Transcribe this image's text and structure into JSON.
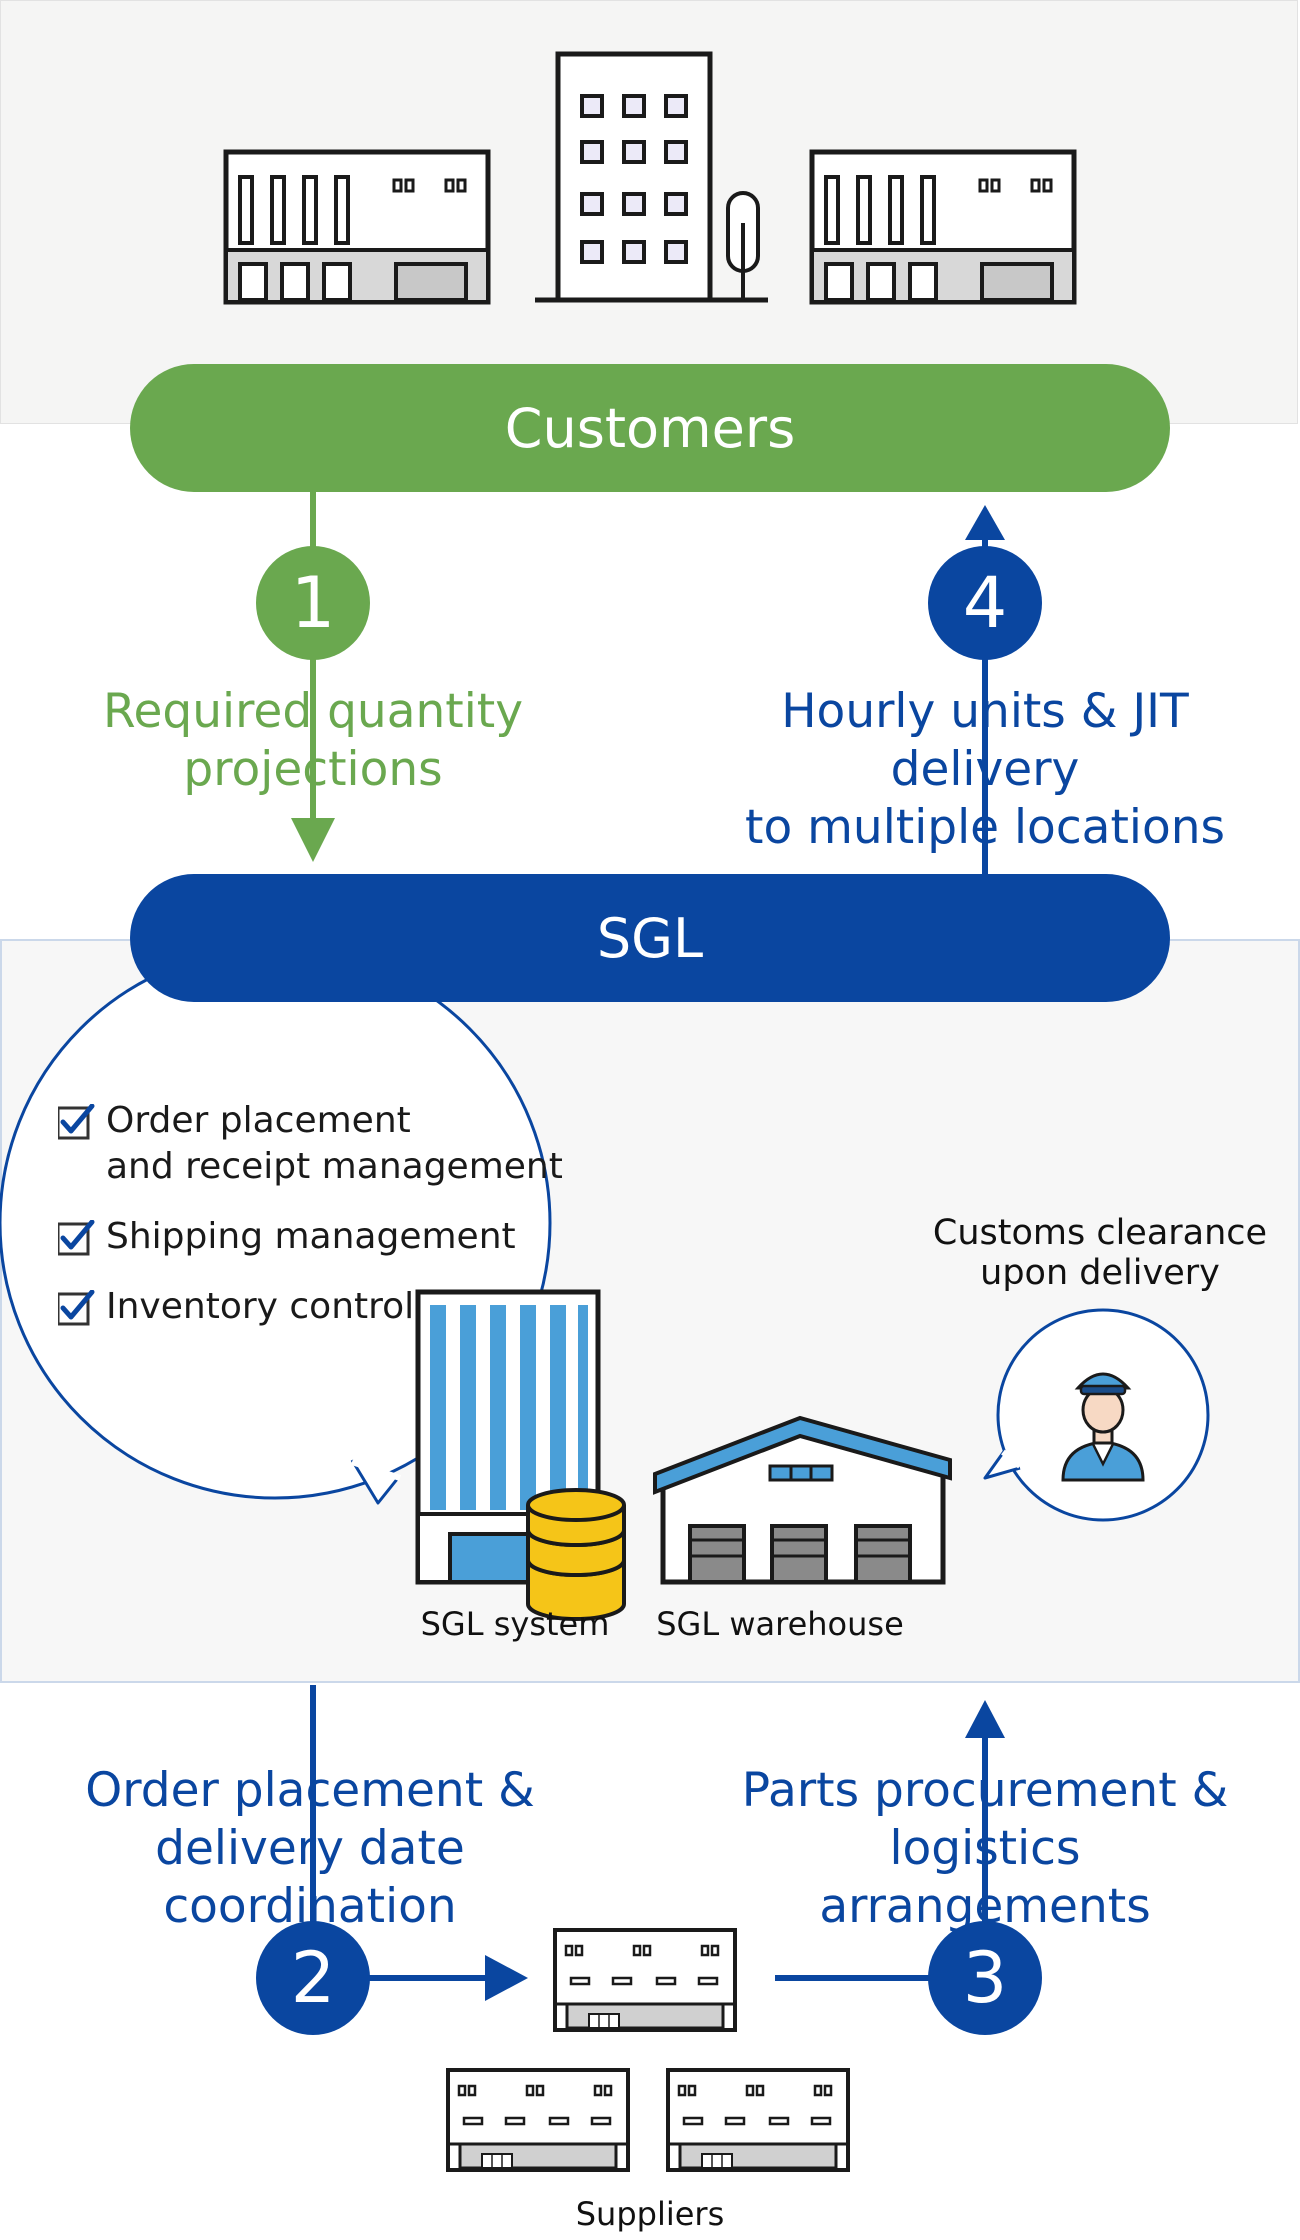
{
  "customers": {
    "label": "Customers"
  },
  "sgl": {
    "label": "SGL"
  },
  "steps": [
    {
      "number": "1",
      "label_line1": "Required quantity",
      "label_line2": "projections"
    },
    {
      "number": "2",
      "label_line1": "Order placement &",
      "label_line2": "delivery date coordination"
    },
    {
      "number": "3",
      "label_line1": "Parts procurement &",
      "label_line2": "logistics arrangements"
    },
    {
      "number": "4",
      "label_line1": "Hourly units & JIT delivery",
      "label_line2": "to multiple locations"
    }
  ],
  "checklist": [
    {
      "line1": "Order placement",
      "line2": "and receipt management"
    },
    {
      "line1": "Shipping management",
      "line2": ""
    },
    {
      "line1": "Inventory control",
      "line2": ""
    }
  ],
  "facilities": {
    "system_label": "SGL system",
    "warehouse_label": "SGL warehouse"
  },
  "customs": {
    "line1": "Customs clearance",
    "line2": "upon delivery"
  },
  "suppliers": {
    "label": "Suppliers"
  },
  "colors": {
    "green": "#6aa84f",
    "blue": "#0a46a0",
    "light_blue": "#4a9fd8",
    "gold": "#f5c518"
  }
}
